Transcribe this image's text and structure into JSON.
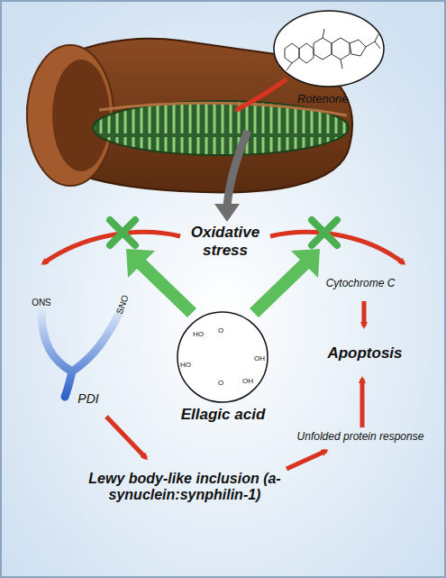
{
  "diagram": {
    "nodes": [
      {
        "text": [
          "Rotenone"
        ]
      },
      {
        "text": [
          "Ellagic acid"
        ]
      }
    ],
    "labels": [
      "Oxidative stress",
      "Cytochrome C",
      "Apoptosis",
      "PDI",
      "SNO",
      "SNO",
      "Lewy body-like inclusion (a-synuclein:synphilin-1)",
      "Unfolded protein response",
      "HO",
      "OH",
      "O",
      "HO",
      "O",
      "OH"
    ]
  }
}
